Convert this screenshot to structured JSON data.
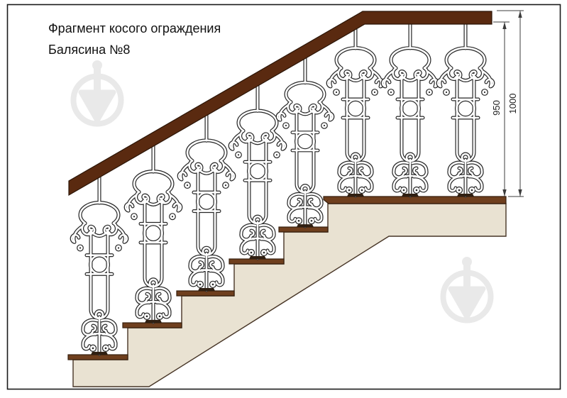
{
  "page": {
    "title_line1": "Фрагмент косого ограждения",
    "title_line2": "Балясина №8"
  },
  "dimensions": {
    "rail_height_mm": "950",
    "overall_height_mm": "1000"
  },
  "balusters": {
    "count": 8
  },
  "stairs": {
    "steps_visible": 5,
    "has_top_landing": true
  },
  "icons": {
    "watermark": "plumb-trowel-in-circle-watermark-icon"
  },
  "colors": {
    "background": "#ffffff",
    "frame": "#1a1a1a",
    "stair_body": "#e9e2d2",
    "stair_outline": "#473526",
    "tread": "#6f3f1e",
    "tread_outline": "#361f0e",
    "handrail": "#5a2a10",
    "ironwork": "#262626",
    "dimension": "#3c3c3c",
    "text": "#111111",
    "watermark": "#e9e9e9"
  }
}
